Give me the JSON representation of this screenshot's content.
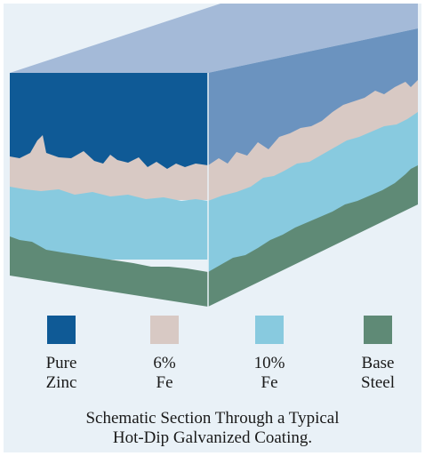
{
  "colors": {
    "pure_zinc": "#0f5a96",
    "fe6": "#d8c9c4",
    "fe10": "#88cadf",
    "base_steel": "#5f8a76",
    "top_face": "#a4bad8",
    "right_zinc": "#6b93bf",
    "background": "#e9f1f7"
  },
  "legend": [
    {
      "id": "pure-zinc",
      "line1": "Pure",
      "line2": "Zinc",
      "color": "#0f5a96"
    },
    {
      "id": "6-fe",
      "line1": "6%",
      "line2": "Fe",
      "color": "#d8c9c4"
    },
    {
      "id": "10-fe",
      "line1": "10%",
      "line2": "Fe",
      "color": "#88cadf"
    },
    {
      "id": "base-steel",
      "line1": "Base",
      "line2": "Steel",
      "color": "#5f8a76"
    }
  ],
  "caption": {
    "line1": "Schematic Section Through a Typical",
    "line2": "Hot-Dip Galvanized Coating."
  }
}
